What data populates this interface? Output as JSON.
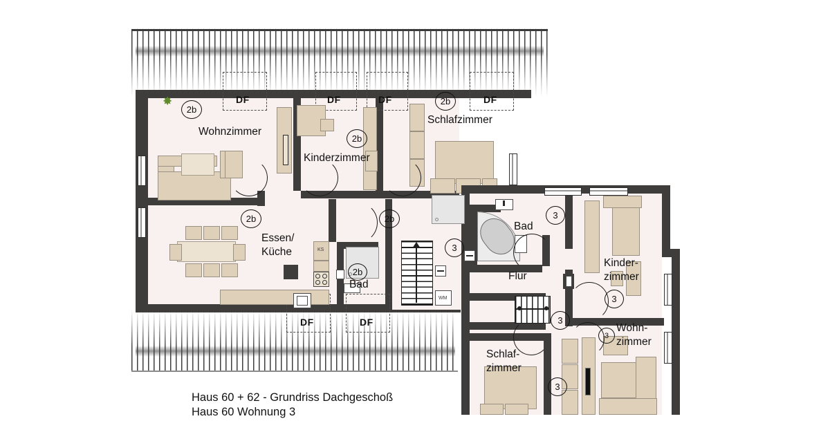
{
  "document": {
    "type": "floor-plan",
    "caption_line1": "Haus 60 + 62 - Grundriss Dachgeschoß",
    "caption_line2": "Haus 60 Wohnung 3"
  },
  "colors": {
    "wall": "#3f3d3c",
    "room_fill": "#f9f1f0",
    "furniture": "#ded0b9",
    "furniture_light": "#ece3d3",
    "sanitary": "#e6e6e6",
    "plant": "#5f8b2a",
    "background": "#ffffff",
    "text": "#111111"
  },
  "apartments": [
    {
      "id": "2b",
      "label": "2b"
    },
    {
      "id": "3",
      "label": "3"
    }
  ],
  "rooms": [
    {
      "id": "wohnzimmer-left",
      "name": "Wohnzimmer",
      "unit": "2b"
    },
    {
      "id": "kinderzimmer-left",
      "name": "Kinderzimmer",
      "unit": "2b"
    },
    {
      "id": "schlafzimmer-left",
      "name": "Schlafzimmer",
      "unit": "2b"
    },
    {
      "id": "essen-kueche",
      "name_line1": "Essen/",
      "name_line2": "Küche",
      "unit": "2b"
    },
    {
      "id": "bad-left",
      "name": "Bad",
      "unit": "2b"
    },
    {
      "id": "bad-right",
      "name": "Bad",
      "unit": "3"
    },
    {
      "id": "flur",
      "name": "Flur",
      "unit": "3"
    },
    {
      "id": "kinderzimmer-right",
      "name_line1": "Kinder-",
      "name_line2": "zimmer",
      "unit": "3"
    },
    {
      "id": "wohnzimmer-right",
      "name_line1": "Wohn-",
      "name_line2": "zimmer",
      "unit": "3"
    },
    {
      "id": "schlafzimmer-right",
      "name_line1": "Schlaf-",
      "name_line2": "zimmer",
      "unit": "3"
    }
  ],
  "room_labels": {
    "wohnzimmer": "Wohnzimmer",
    "kinderzimmer": "Kinderzimmer",
    "schlafzimmer": "Schlafzimmer",
    "essen": "Essen/",
    "kueche": "Küche",
    "bad": "Bad",
    "flur": "Flur",
    "kinder_l1": "Kinder-",
    "kinder_l2": "zimmer",
    "wohn_l1": "Wohn-",
    "wohn_l2": "zimmer",
    "schlaf_l1": "Schlaf-",
    "schlaf_l2": "zimmer"
  },
  "roof_windows": {
    "label": "DF",
    "count": 6,
    "positions": [
      "top-1",
      "top-2",
      "top-3",
      "top-4",
      "bottom-1",
      "bottom-2"
    ]
  },
  "appliances": {
    "fridge": "KS",
    "washing_machine": "WM"
  },
  "unit_markers": {
    "wohnzimmer_left": "2b",
    "kinderzimmer_left": "2b",
    "schlafzimmer_left": "2b",
    "essen_kueche": "2b",
    "kitchen_right": "2b",
    "bad_left": "2b",
    "bad_right": "3",
    "bath_stair_side": "3",
    "flur_lower": "3",
    "kinderzimmer_right": "3",
    "wohnzimmer_right": "3",
    "schlafzimmer_right": "3"
  },
  "icons": {
    "plant": "plant-icon",
    "stairs_up_arrow": "↑"
  }
}
